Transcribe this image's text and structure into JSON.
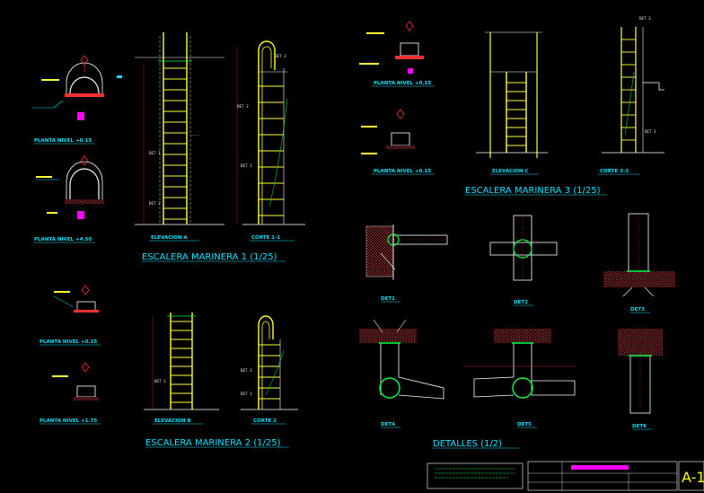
{
  "drawing": {
    "sheet_number": "A-1",
    "colors": {
      "background": "#000000",
      "title_text": "#00e5ff",
      "ladder": "#ffff33",
      "detail_circle": "#00ff44",
      "hatch": "#ff3030",
      "magenta": "#ff00ff",
      "dimension": "#ff2a2a"
    },
    "titles": {
      "ladder1": "ESCALERA MARINERA 1  (1/25)",
      "ladder2": "ESCALERA MARINERA 2  (1/25)",
      "ladder3": "ESCALERA MARINERA 3  (1/25)",
      "details": "DETALLES  (1/2)"
    },
    "ladder1": {
      "plan_top": "PLANTA NIVEL +0.15",
      "plan_bottom": "PLANTA NIVEL +4.50",
      "elevation": "ELEVACION A",
      "section": "CORTE 1-1"
    },
    "ladder2": {
      "plan_top": "PLANTA NIVEL +0.15",
      "plan_bottom": "PLANTA NIVEL +1.75",
      "elevation": "ELEVACION B",
      "section": "CORTE 2"
    },
    "ladder3": {
      "plan_top": "PLANTA NIVEL +0.15",
      "plan_bottom": "PLANTA NIVEL +0.15",
      "elevation": "ELEVACION C",
      "section": "CORTE 3-3"
    },
    "details": {
      "det1": "DET1",
      "det2": "DET2",
      "det3": "DET3",
      "det4": "DET4",
      "det5": "DET5",
      "det6": "DET6"
    },
    "callouts": {
      "det1": "DET 1",
      "det2": "DET 2",
      "det3": "DET 3"
    }
  }
}
